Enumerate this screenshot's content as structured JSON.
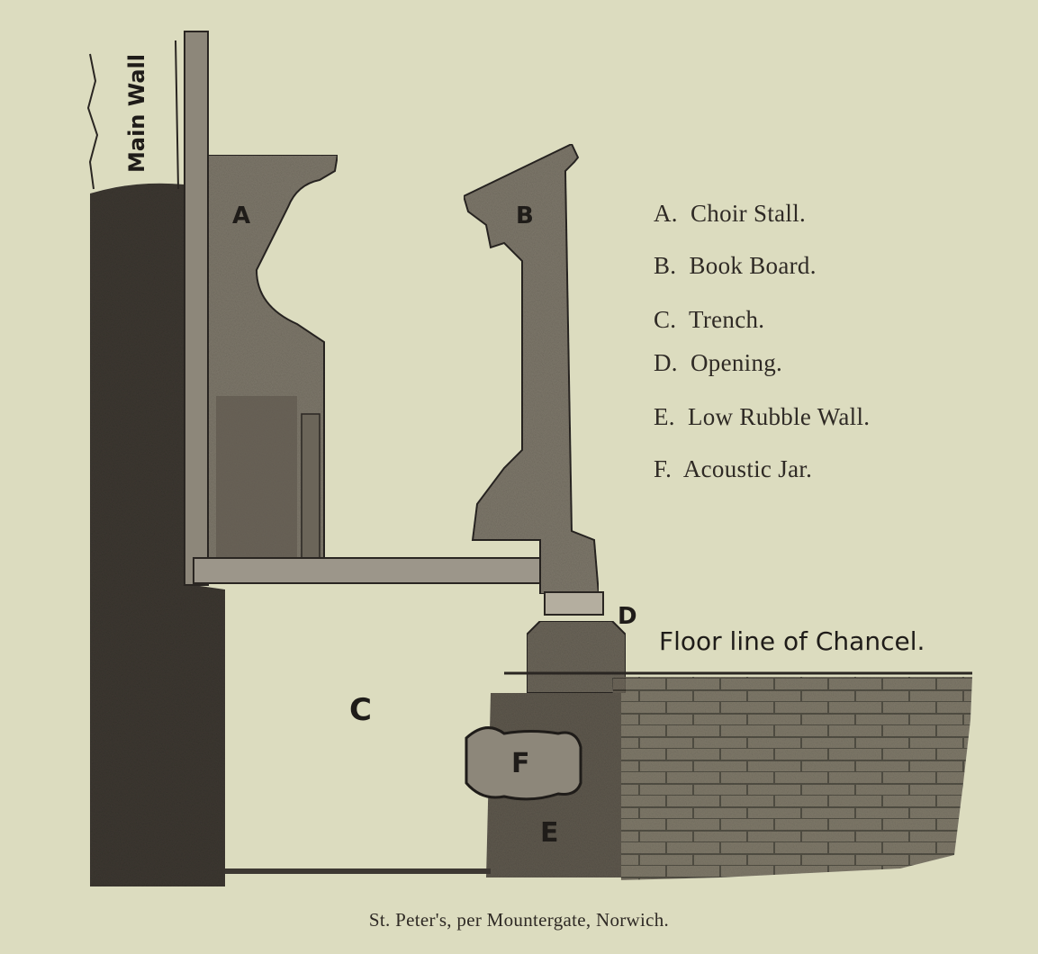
{
  "diagram": {
    "labels": {
      "main_wall": "Main Wall",
      "a": "A",
      "b": "B",
      "c": "C",
      "d": "D",
      "e": "E",
      "f": "F",
      "floor_line": "Floor line of Chancel."
    },
    "legend": [
      {
        "key": "A.",
        "text": "Choir Stall."
      },
      {
        "key": "B.",
        "text": "Book Board."
      },
      {
        "key": "C.",
        "text": "Trench."
      },
      {
        "key": "D.",
        "text": "Opening."
      },
      {
        "key": "E.",
        "text": "Low Rubble Wall."
      },
      {
        "key": "F.",
        "text": "Acoustic Jar."
      }
    ],
    "caption": "St. Peter's, per Mountergate, Norwich."
  }
}
